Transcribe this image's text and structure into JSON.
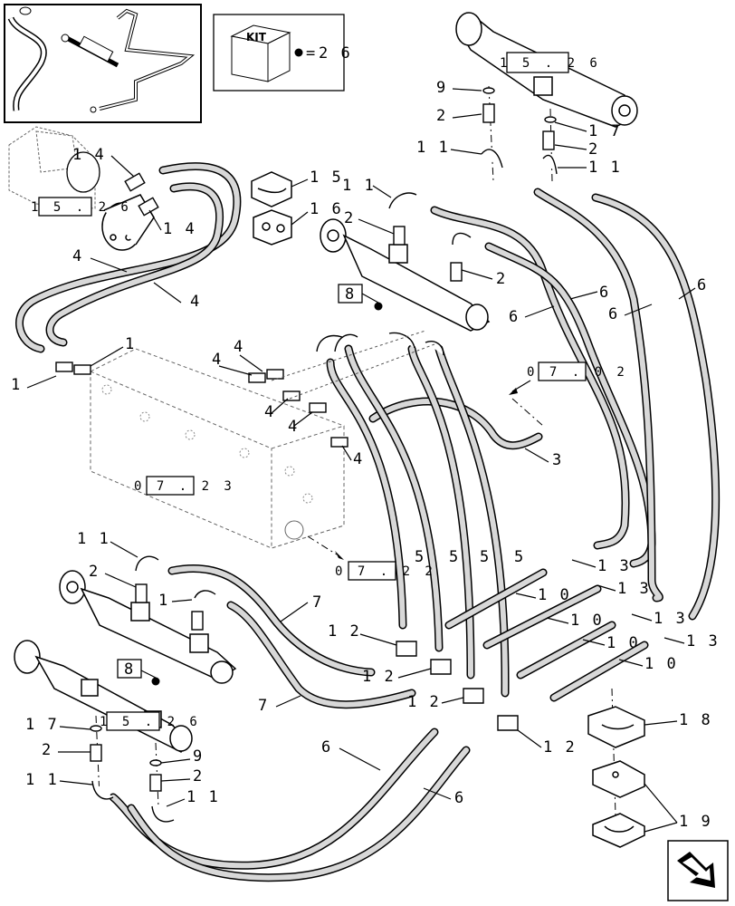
{
  "kit": {
    "label": "KIT",
    "equals": "=",
    "number": "2 6"
  },
  "refs": {
    "ref_152_top": "1 5 . 2 6",
    "ref_152_left": "1 5 . 2 6",
    "ref_152_bottom": "1 5 . 2 6",
    "ref_0702": "0 7 . 0 2",
    "ref_0723": "0 7 . 2 3",
    "ref_0722": "0 7 . 2 2",
    "ref_8_top": "8",
    "ref_8_bottom": "8"
  },
  "labels": {
    "l9_top": "9",
    "l2_top": "2",
    "l11_top": "1 1",
    "l17_top": "1 7",
    "l2_top_r": "2",
    "l11_top_r": "1 1",
    "l14_a": "1 4",
    "l14_b": "1 4",
    "l15": "1 5",
    "l16": "1 6",
    "l11_mid": "1 1",
    "l2_mid_a": "2",
    "l2_mid_b": "2",
    "l4_a": "4",
    "l4_b": "4",
    "l1_a": "1",
    "l1_b": "1",
    "l6_a": "6",
    "l6_b": "6",
    "l6_c": "6",
    "l4_c": "4",
    "l4_d": "4",
    "l4_e": "4",
    "l4_f": "4",
    "l4_g": "4",
    "l3": "3",
    "l5_a": "5",
    "l5_b": "5",
    "l5_c": "5",
    "l5_d": "5",
    "l11_low": "1 1",
    "l2_low": "2",
    "l1_low": "1",
    "l7_a": "7",
    "l7_b": "7",
    "l12_a": "1 2",
    "l12_b": "1 2",
    "l12_c": "1 2",
    "l12_d": "1 2",
    "l10_a": "1 0",
    "l10_b": "1 0",
    "l10_c": "1 0",
    "l10_d": "1 0",
    "l13_a": "1 3",
    "l13_b": "1 3",
    "l13_c": "1 3",
    "l13_d": "1 3",
    "l17_low": "1 7",
    "l2_low_l": "2",
    "l11_low_l": "1 1",
    "l9_low": "9",
    "l2_low_r": "2",
    "l11_low_r": "1 1",
    "l6_low_a": "6",
    "l6_low_b": "6",
    "l18": "1 8",
    "l19": "1 9"
  }
}
